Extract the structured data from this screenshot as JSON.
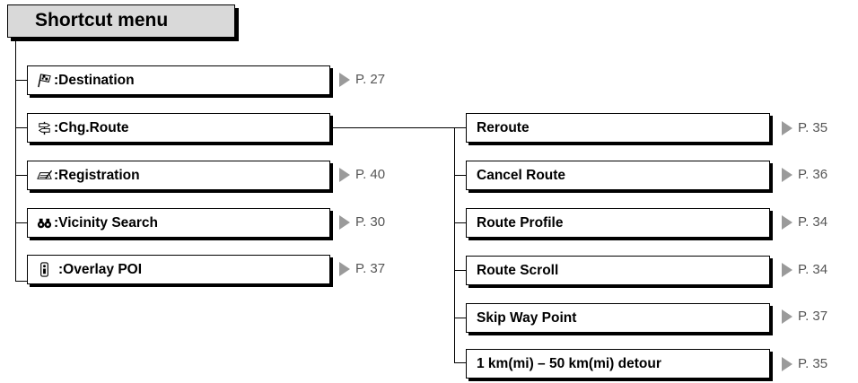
{
  "title": "Shortcut menu",
  "shortcuts": [
    {
      "icon": "checkered-flag-icon",
      "label": ":Destination",
      "page": "P. 27"
    },
    {
      "icon": "route-signpost-icon",
      "label": ":Chg.Route",
      "page": ""
    },
    {
      "icon": "registration-icon",
      "label": ":Registration",
      "page": "P. 40"
    },
    {
      "icon": "binoculars-icon",
      "label": ":Vicinity Search",
      "page": "P. 30"
    },
    {
      "icon": "info-icon",
      "label": ":Overlay POI",
      "page": "P. 37"
    }
  ],
  "route_options": [
    {
      "label": "Reroute",
      "page": "P. 35"
    },
    {
      "label": "Cancel Route",
      "page": "P. 36"
    },
    {
      "label": "Route Profile",
      "page": "P. 34"
    },
    {
      "label": "Route Scroll",
      "page": "P. 34"
    },
    {
      "label": "Skip Way Point",
      "page": "P. 37"
    },
    {
      "label": "1 km(mi) – 50 km(mi) detour",
      "page": "P. 35"
    }
  ]
}
